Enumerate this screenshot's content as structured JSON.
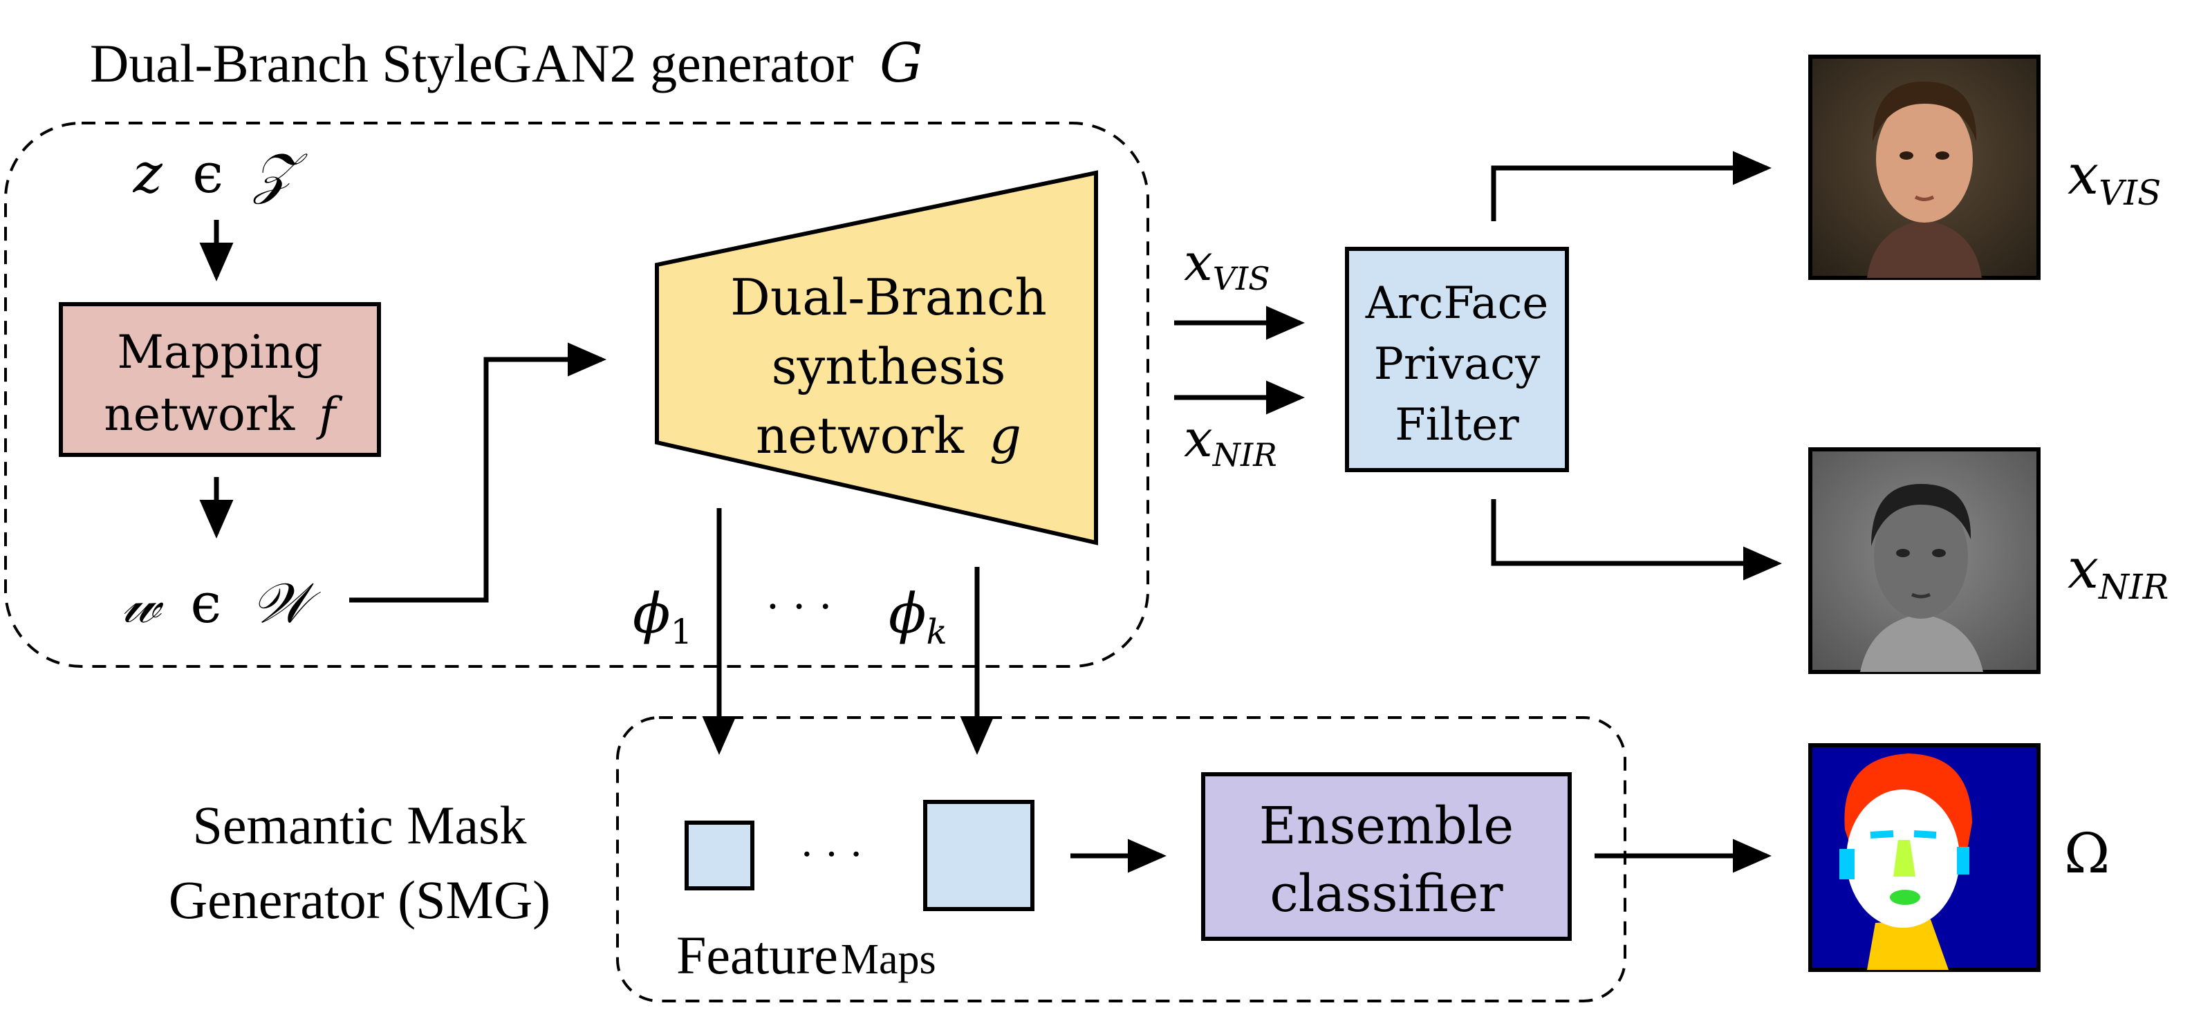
{
  "generator": {
    "title_prefix": "Dual-Branch StyleGAN2 generator",
    "title_symbol": "G"
  },
  "latent_z": {
    "symbol": "z",
    "in": "ϵ",
    "space": "𝒵"
  },
  "mapping": {
    "line1": "Mapping",
    "line2_prefix": "network",
    "line2_symbol": "f"
  },
  "latent_w": {
    "symbol": "𝓌",
    "in": "ϵ",
    "space": "𝒲"
  },
  "synthesis": {
    "line1": "Dual-Branch",
    "line2": "synthesis",
    "line3_prefix": "network",
    "line3_symbol": "g"
  },
  "features": {
    "phi_first_base": "ϕ",
    "phi_first_sub": "1",
    "dots": "· · ·",
    "phi_last_base": "ϕ",
    "phi_last_sub": "k"
  },
  "outputs": {
    "vis_base": "x",
    "vis_sub": "VIS",
    "nir_base": "x",
    "nir_sub": "NIR"
  },
  "arcface": {
    "line1": "ArcFace",
    "line2": "Privacy",
    "line3": "Filter"
  },
  "smg": {
    "line1": "Semantic Mask",
    "line2": "Generator (SMG)",
    "dots": "· · ·",
    "feature_word": "Feature",
    "maps_word": "Maps"
  },
  "ensemble": {
    "line1": "Ensemble",
    "line2": "classifier"
  },
  "mask_symbol": "Ω",
  "colors": {
    "mapping_fill": "#e6bfb8",
    "synthesis_fill": "#fde49b",
    "arcface_fill": "#cfe2f3",
    "feature_fill": "#cfe2f3",
    "ensemble_fill": "#cac4e8",
    "mask_background": "#0000a0",
    "mask_hair": "#ff3300",
    "mask_skin": "#ffffff",
    "mask_neck": "#ffcc00",
    "mask_nose": "#bfff40",
    "mask_eyes": "#00ccff",
    "mask_mouth": "#33dd33"
  }
}
